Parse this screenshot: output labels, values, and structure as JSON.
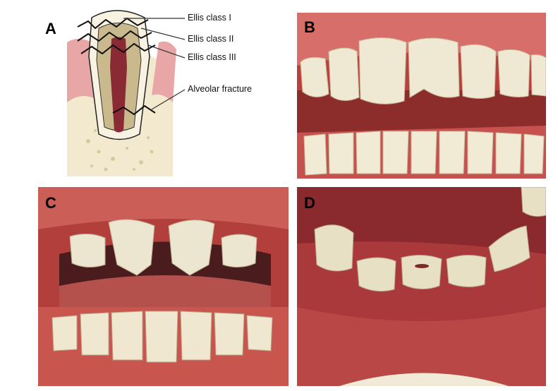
{
  "panels": {
    "a": {
      "label": "A",
      "callouts": [
        "Ellis class I",
        "Ellis class II",
        "Ellis class III",
        "Alveolar fracture"
      ]
    },
    "b": {
      "label": "B"
    },
    "c": {
      "label": "C"
    },
    "d": {
      "label": "D"
    }
  },
  "colors": {
    "gum": "#c2504f",
    "lip": "#a83a36",
    "tooth": "#ece5cf",
    "mouth_dark": "#4a1c1e",
    "tongue": "#b5514c"
  }
}
